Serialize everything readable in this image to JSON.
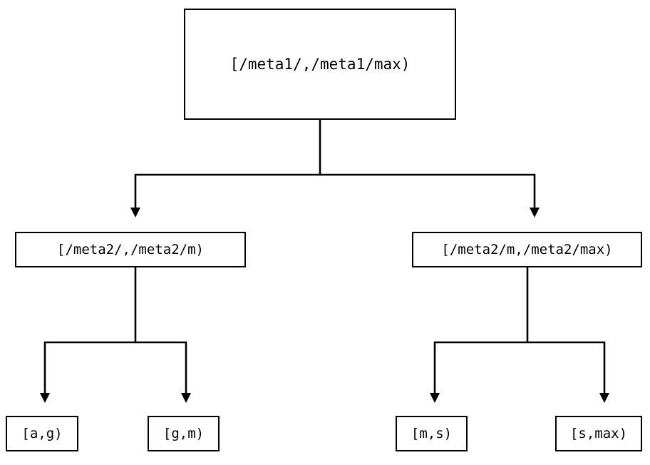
{
  "diagram": {
    "type": "tree",
    "orientation": "top-down",
    "background_color": "#ffffff",
    "line_color": "#000000",
    "text_color": "#000000",
    "nodes": {
      "root": {
        "label": "[/meta1/,/meta1/max)"
      },
      "meta2_low": {
        "label": "[/meta2/,/meta2/m)"
      },
      "meta2_high": {
        "label": "[/meta2/m,/meta2/max)"
      },
      "leaf_ag": {
        "label": "[a,g)"
      },
      "leaf_gm": {
        "label": "[g,m)"
      },
      "leaf_ms": {
        "label": "[m,s)"
      },
      "leaf_smax": {
        "label": "[s,max)"
      }
    },
    "edges": [
      {
        "from": "root",
        "to": "meta2_low",
        "arrow": "triangle-down"
      },
      {
        "from": "root",
        "to": "meta2_high",
        "arrow": "triangle-down"
      },
      {
        "from": "meta2_low",
        "to": "leaf_ag",
        "arrow": "triangle-down"
      },
      {
        "from": "meta2_low",
        "to": "leaf_gm",
        "arrow": "triangle-down"
      },
      {
        "from": "meta2_high",
        "to": "leaf_ms",
        "arrow": "triangle-down"
      },
      {
        "from": "meta2_high",
        "to": "leaf_smax",
        "arrow": "triangle-down"
      }
    ]
  }
}
